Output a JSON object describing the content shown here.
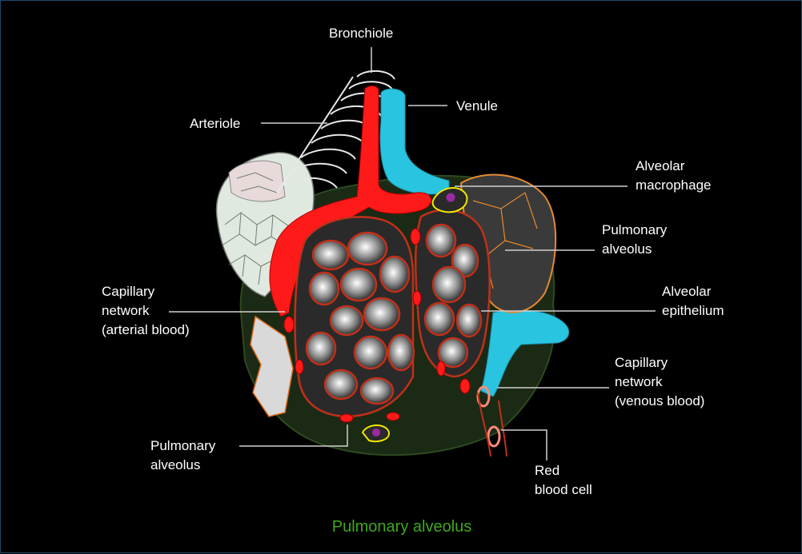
{
  "caption": {
    "text": "Pulmonary alveolus",
    "color": "#3fa81b"
  },
  "labels": {
    "bronchiole": "Bronchiole",
    "venule": "Venule",
    "arteriole": "Arteriole",
    "alveolar_macrophage": "Alveolar\nmacrophage",
    "pulmonary_alveolus_right": "Pulmonary\nalveolus",
    "capillary_arterial": "Capillary\nnetwork\n(arterial blood)",
    "alveolar_epithelium": "Alveolar\nepithelium",
    "capillary_venous": "Capillary\nnetwork\n(venous blood)",
    "pulmonary_alveolus_bottom": "Pulmonary\nalveolus",
    "red_blood_cell": "Red\nblood cell"
  },
  "colors": {
    "background": "#000000",
    "arterial": "#ff1a1a",
    "venous": "#29c4e0",
    "leader_line": "#cfcfcf",
    "alveolus_outline": "#e06a1a",
    "macrophage": "#9b2aa0",
    "macrophage_membrane": "#f2e600"
  }
}
